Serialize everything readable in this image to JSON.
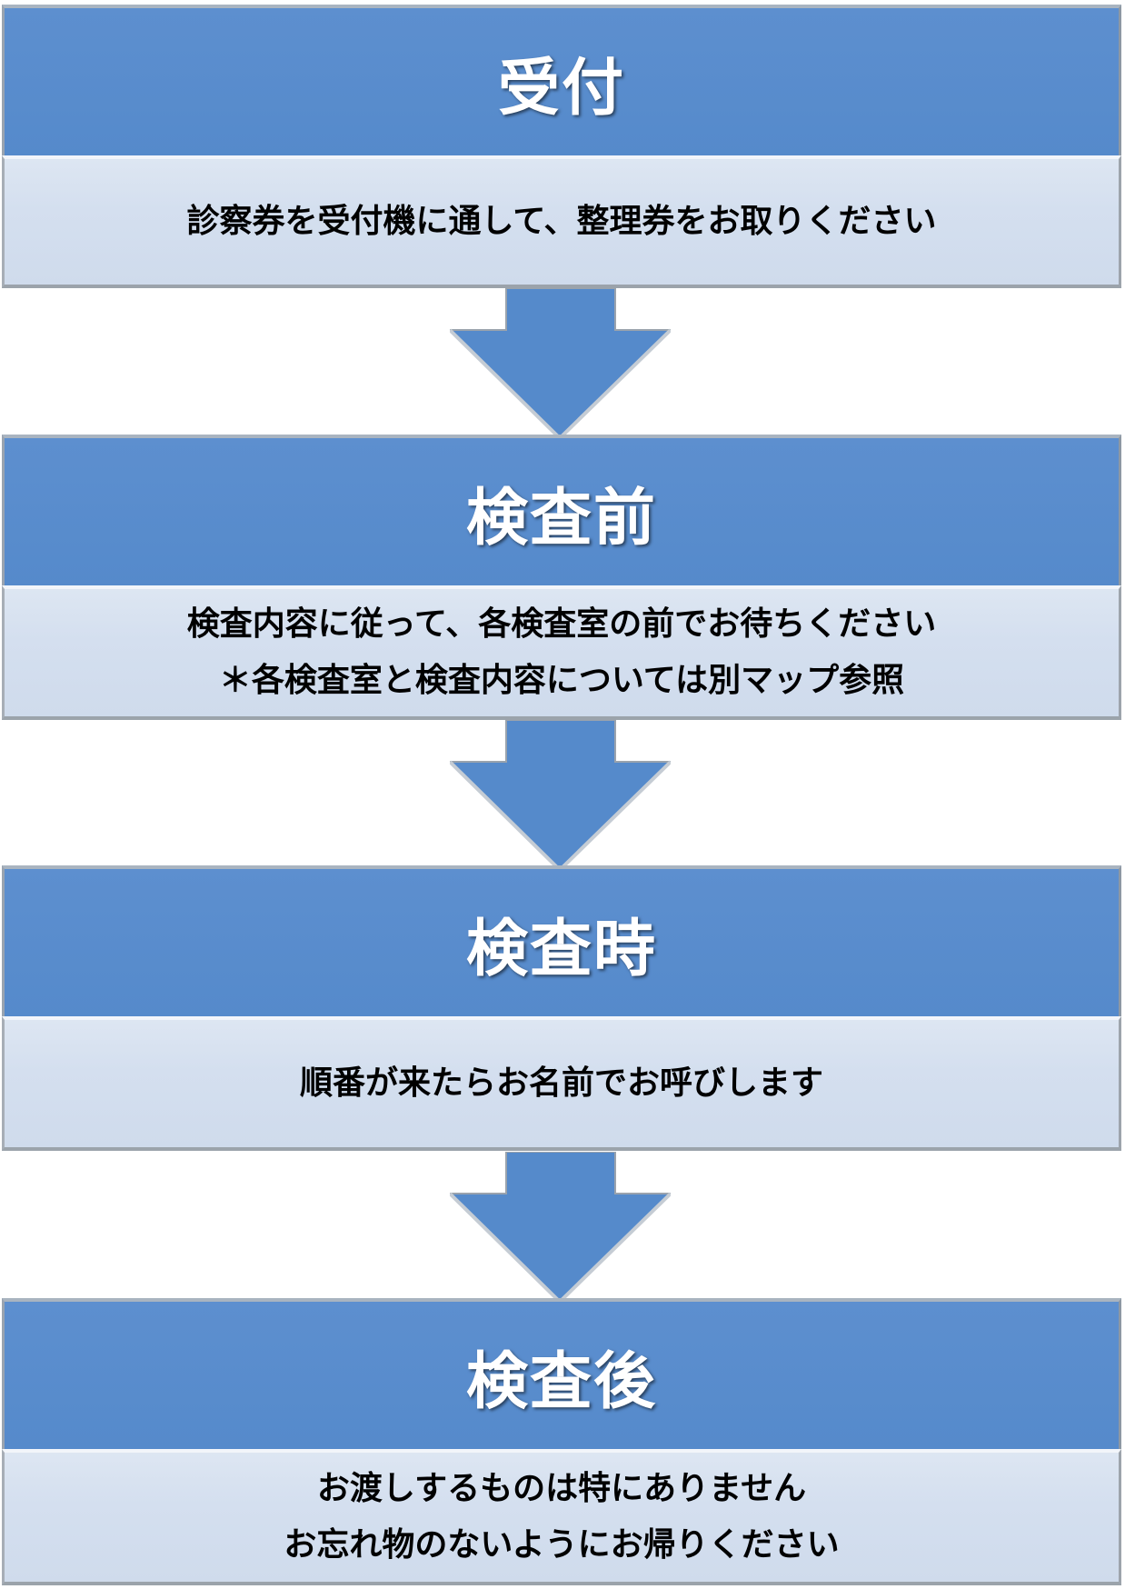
{
  "steps": [
    {
      "title": "受付",
      "lines": [
        "診察券を受付機に通して、整理券をお取りください"
      ]
    },
    {
      "title": "検査前",
      "lines": [
        "検査内容に従って、各検査室の前でお待ちください",
        "＊各検査室と検査内容については別マップ参照"
      ]
    },
    {
      "title": "検査時",
      "lines": [
        "順番が来たらお名前でお呼びします"
      ]
    },
    {
      "title": "検査後",
      "lines": [
        "お渡しするものは特にありません",
        "お忘れ物のないようにお帰りください"
      ]
    }
  ],
  "colors": {
    "header": "#568bcb",
    "body": "#d3deee",
    "arrow": "#568bcb"
  }
}
